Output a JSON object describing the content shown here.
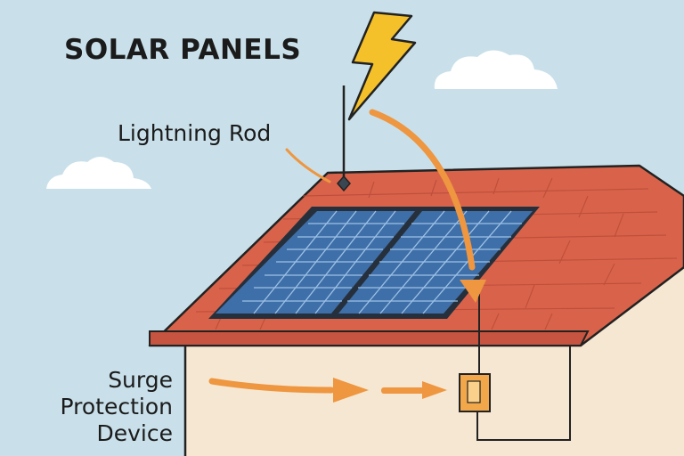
{
  "title": "SOLAR PANELS",
  "labels": {
    "lightning_rod": "Lightning Rod",
    "surge_protection": [
      "Surge",
      "Protection",
      "Device"
    ]
  },
  "colors": {
    "sky": "#c9e0ea",
    "roof": "#d9634a",
    "roof_edge": "#c65440",
    "wall": "#f6e7d2",
    "panel": "#3f6fa8",
    "panel_frame": "#26303c",
    "arrow": "#ee9640",
    "bolt": "#f5c12a",
    "device": "#f2a84a",
    "outline": "#222222"
  },
  "icons": [
    "lightning-bolt-icon",
    "cloud-icon"
  ]
}
